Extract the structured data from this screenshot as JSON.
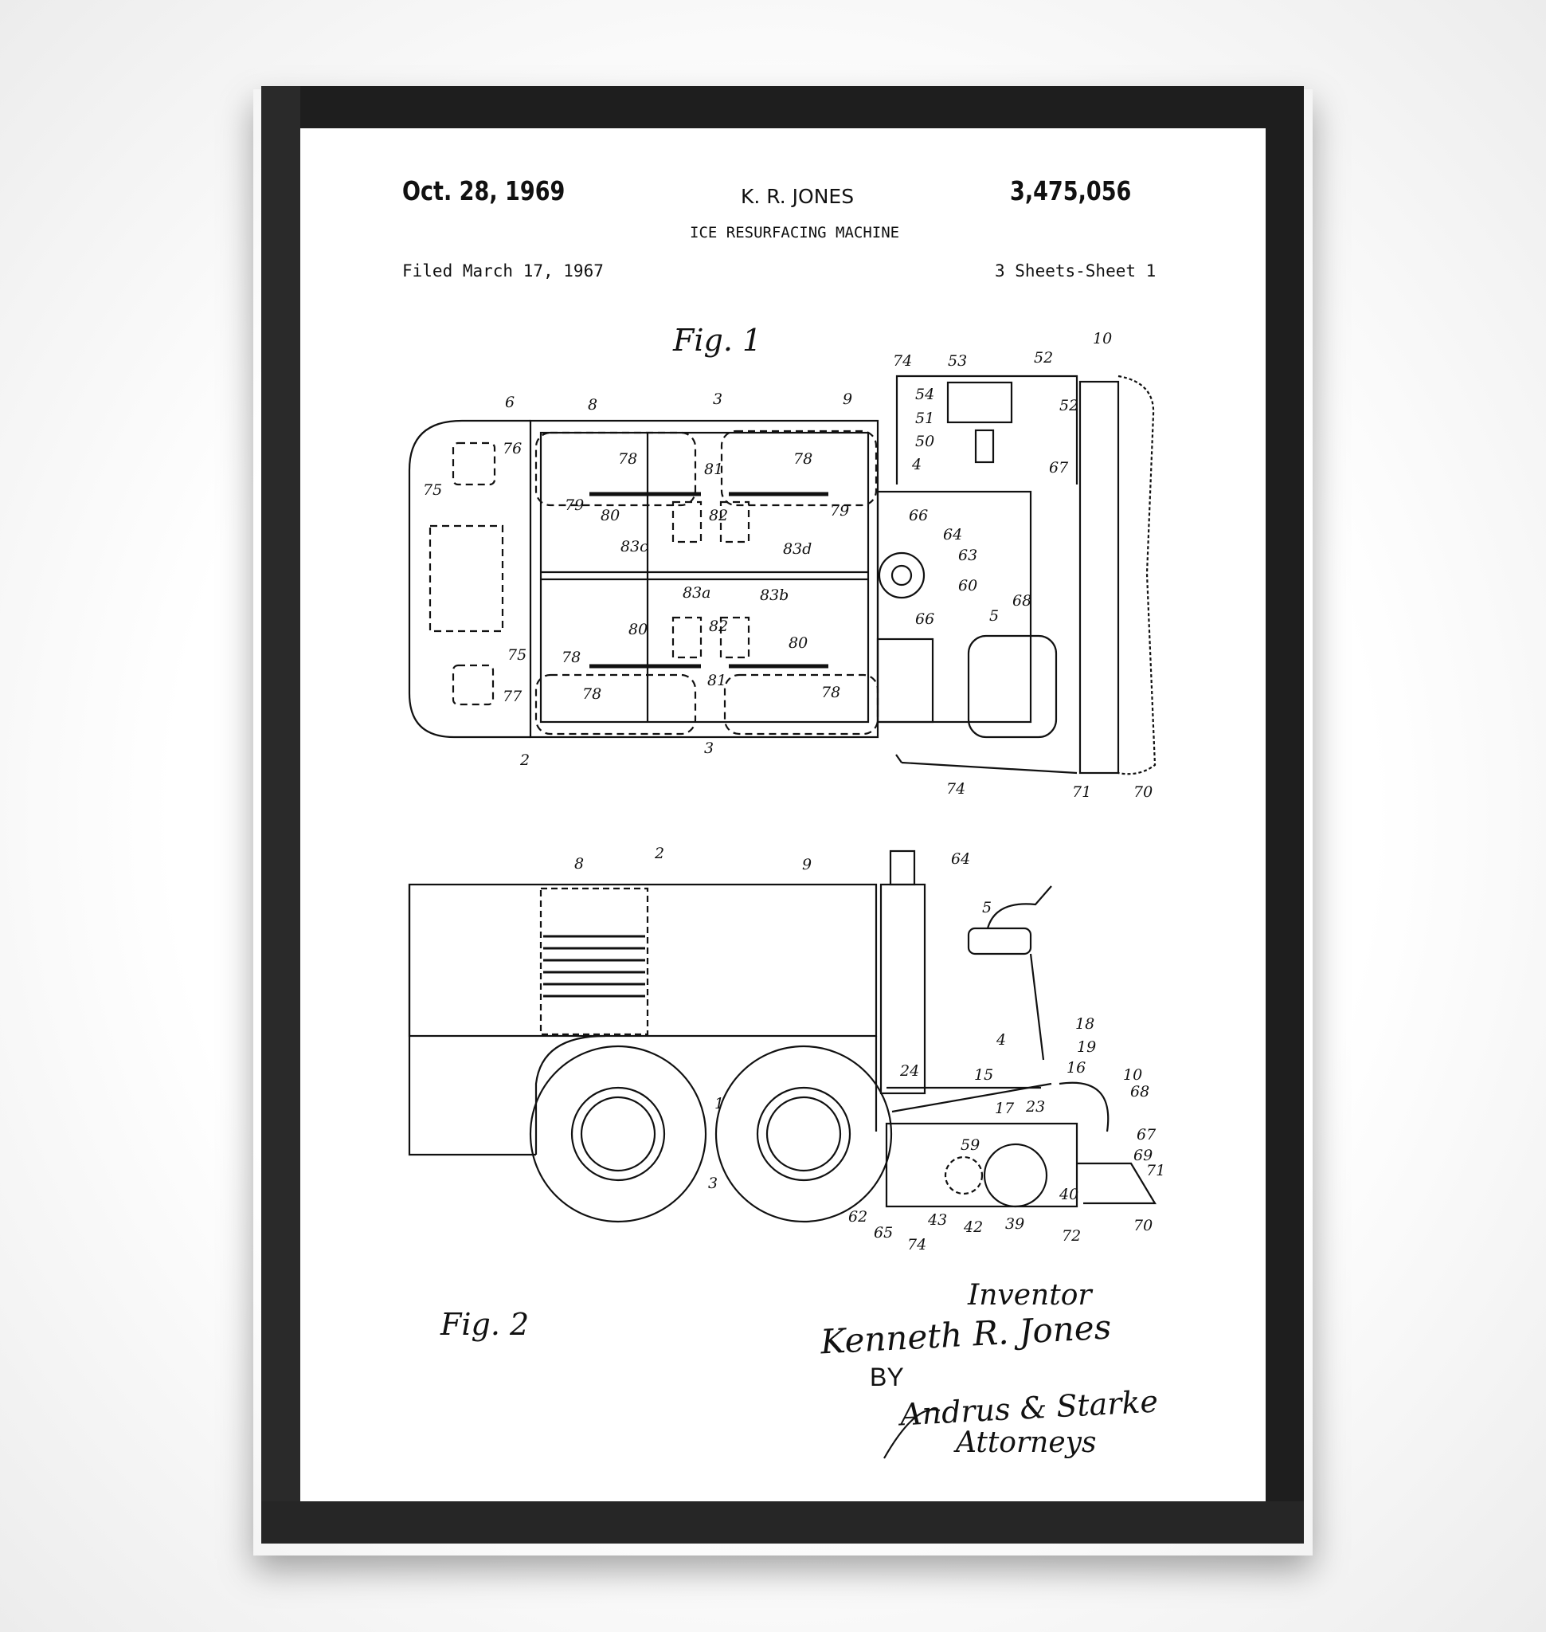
{
  "header": {
    "date": "Oct. 28, 1969",
    "inventor_name": "K. R. JONES",
    "patent_number": "3,475,056",
    "title": "ICE RESURFACING MACHINE",
    "filed": "Filed March 17, 1967",
    "sheets": "3 Sheets-Sheet 1"
  },
  "figures": {
    "fig1_label": "Fig. 1",
    "fig2_label": "Fig. 2",
    "fig1_numerals": [
      "6",
      "8",
      "3",
      "9",
      "74",
      "53",
      "52",
      "10",
      "54",
      "52",
      "51",
      "50",
      "4",
      "67",
      "76",
      "75",
      "78",
      "81",
      "78",
      "79",
      "80",
      "82",
      "79",
      "66",
      "64",
      "63",
      "83c",
      "83d",
      "60",
      "68",
      "83a",
      "83b",
      "66",
      "5",
      "80",
      "82",
      "80",
      "75",
      "78",
      "81",
      "78",
      "77",
      "78",
      "3",
      "2",
      "74",
      "71",
      "70"
    ],
    "fig2_numerals": [
      "8",
      "2",
      "9",
      "64",
      "5",
      "18",
      "19",
      "4",
      "16",
      "10",
      "24",
      "15",
      "68",
      "17",
      "23",
      "59",
      "67",
      "69",
      "71",
      "40",
      "62",
      "43",
      "42",
      "39",
      "65",
      "74",
      "72",
      "70",
      "3",
      "1"
    ]
  },
  "signature": {
    "inventor_label": "Inventor",
    "inventor_signature": "Kenneth R. Jones",
    "by": "BY",
    "attorneys_signature": "Andrus & Starke",
    "attorneys_label": "Attorneys"
  }
}
